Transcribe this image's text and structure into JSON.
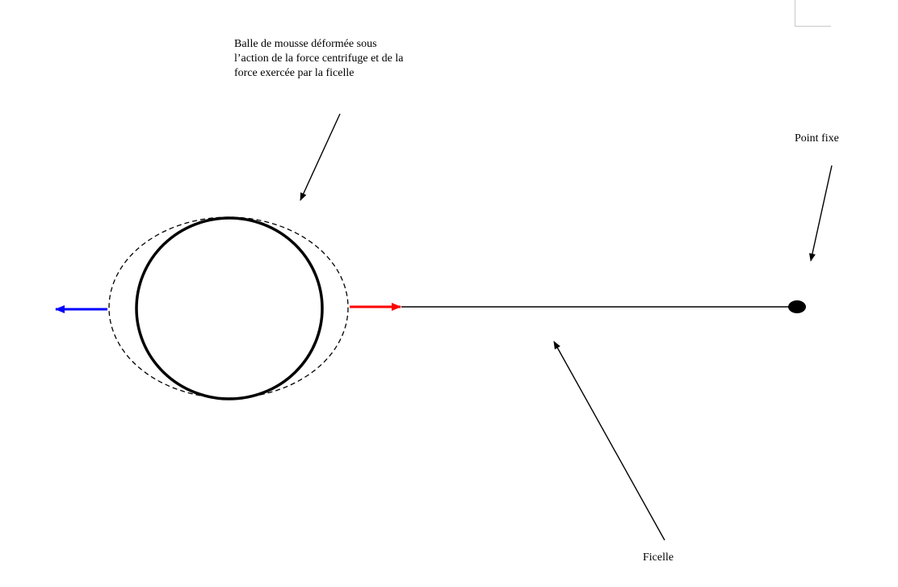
{
  "labels": {
    "ball_line1": "Balle de mousse déformée sous",
    "ball_line2": "l’action de la force centrifuge et de la",
    "ball_line3": "force exercée par la ficelle",
    "fixed_point": "Point fixe",
    "string": "Ficelle"
  },
  "colors": {
    "outward_arrow": "#0000ff",
    "inward_arrow": "#ff0000",
    "line": "#000000"
  }
}
